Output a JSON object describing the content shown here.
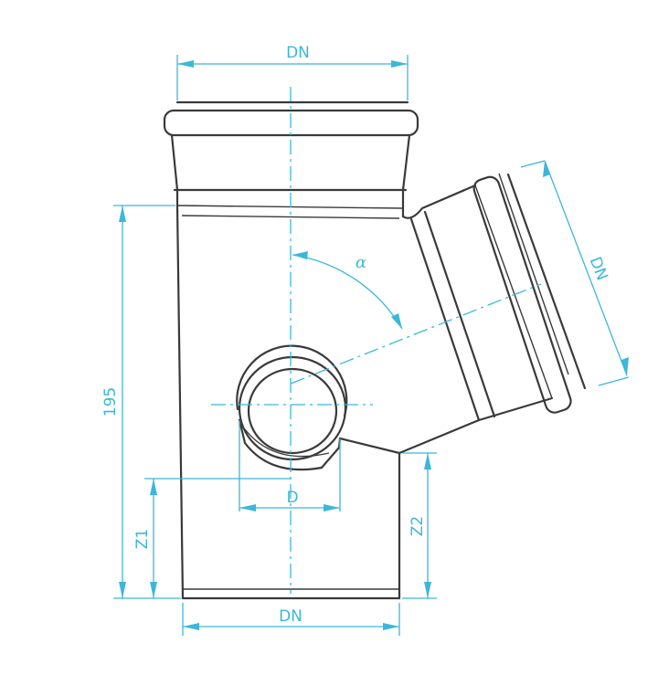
{
  "labels": {
    "dn_top": "DN",
    "dn_branch": "DN",
    "dn_bottom": "DN",
    "alpha": "α",
    "height_195": "195",
    "d_outlet": "D",
    "z1": "Z1",
    "z2": "Z2"
  },
  "colors": {
    "outline": "#3a3a3a",
    "dimension": "#3bb7d9"
  }
}
